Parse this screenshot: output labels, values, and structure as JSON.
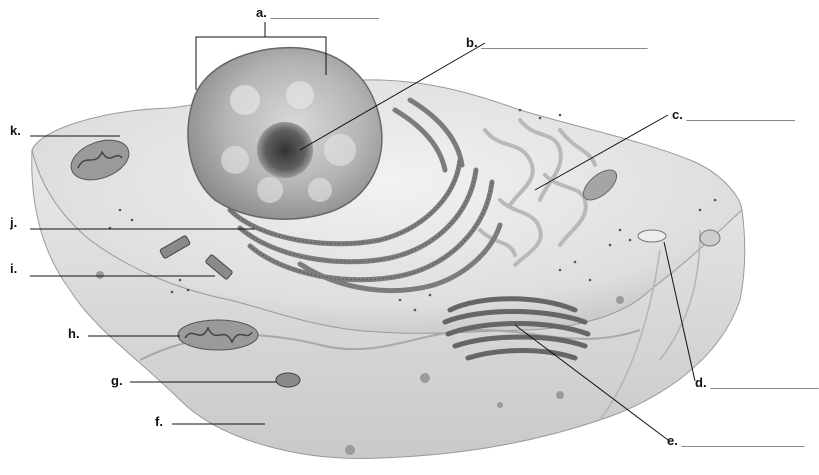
{
  "diagram": {
    "labels": [
      {
        "id": "a",
        "text": "a.",
        "blank": "_______________"
      },
      {
        "id": "b",
        "text": "b.",
        "blank": "_______________________"
      },
      {
        "id": "c",
        "text": "c.",
        "blank": "_______________"
      },
      {
        "id": "d",
        "text": "d.",
        "blank": "_______________"
      },
      {
        "id": "e",
        "text": "e.",
        "blank": "_________________"
      },
      {
        "id": "f",
        "text": "f."
      },
      {
        "id": "g",
        "text": "g."
      },
      {
        "id": "h",
        "text": "h."
      },
      {
        "id": "i",
        "text": "i."
      },
      {
        "id": "j",
        "text": "j."
      },
      {
        "id": "k",
        "text": "k."
      }
    ],
    "structures": [
      "cell-membrane",
      "nucleus",
      "nucleolus",
      "rough-endoplasmic-reticulum",
      "smooth-endoplasmic-reticulum",
      "golgi-apparatus",
      "mitochondrion",
      "centriole",
      "vesicle",
      "lysosome"
    ],
    "colors": {
      "cell_fill": "#e4e4e4",
      "cell_shadow": "#c7c7c7",
      "organelle": "#8d8d8d",
      "organelle_dark": "#555555",
      "line": "#111111"
    }
  }
}
